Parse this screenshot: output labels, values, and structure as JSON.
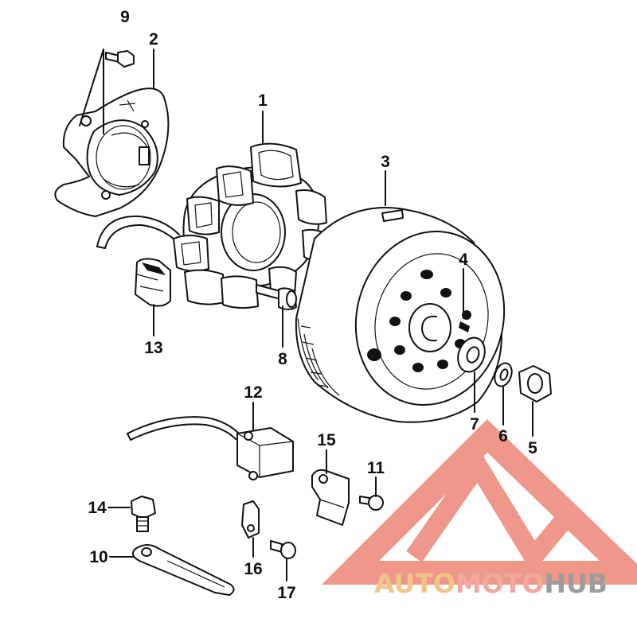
{
  "callouts": [
    "1",
    "2",
    "3",
    "4",
    "5",
    "6",
    "7",
    "8",
    "9",
    "10",
    "11",
    "12",
    "13",
    "14",
    "15",
    "16",
    "17"
  ],
  "watermark": {
    "part1": "AUTO",
    "part2": "MOTO",
    "part3": "HUB",
    "color1": "#f3c487",
    "color2": "#f0a9a0",
    "color3": "#9c9c9c",
    "logo_color": "#ee8577"
  }
}
